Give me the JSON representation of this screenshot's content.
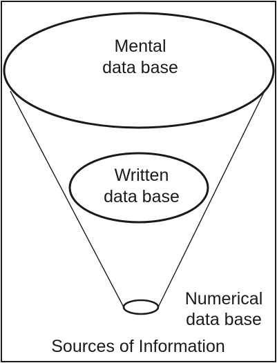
{
  "diagram": {
    "mental": {
      "line1": "Mental",
      "line2": "data base"
    },
    "written": {
      "line1": "Written",
      "line2": "data base"
    },
    "numerical": {
      "line1": "Numerical",
      "line2": "data base"
    },
    "caption": "Sources of Information"
  }
}
